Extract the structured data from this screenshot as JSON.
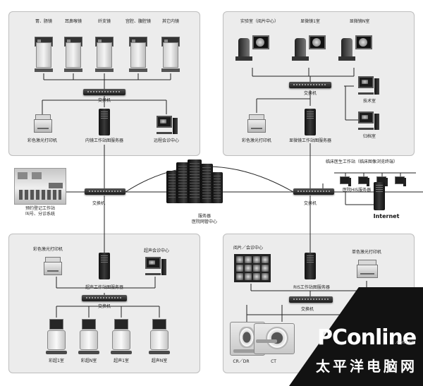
{
  "endoscopy": {
    "devices": [
      "胃、肠镜",
      "耳鼻喉镜",
      "纤支镜",
      "宫腔、腹腔镜",
      "其它内镜"
    ],
    "switch": "交换机",
    "printer": "彩色激光打印机",
    "server": "内镜工作站图服务器",
    "consult": "远程会诊中心"
  },
  "pathology": {
    "labs": [
      "实验室（阅片中心）",
      "显微镜1室",
      "显微镜N室"
    ],
    "switch": "交换机",
    "tech_room": "技术室",
    "archive": "归档室",
    "printer": "彩色激光打印机",
    "server": "显微镜工作站图服务器"
  },
  "core": {
    "registration": "预约登记工作站\n叫号、分诊系统",
    "switch_left": "交换机",
    "switch_right": "交换机",
    "datacenter": "服务器\n医院网管中心"
  },
  "clinical": {
    "workstation": "临床医生工作站（临床图像浏览终端）",
    "his": "医院HIS服务器",
    "internet": "Internet"
  },
  "ultrasound": {
    "printer": "彩色激光打印机",
    "server": "超声工作站图服务器",
    "consult": "超声会诊中心",
    "switch": "交换机",
    "rooms": [
      "彩超1室",
      "彩超N室",
      "超声1室",
      "超声N室"
    ]
  },
  "radiology": {
    "consult": "阅片／会诊中心",
    "printer": "单色激光打印机",
    "server": "RIS工作站图服务器",
    "switch": "交换机",
    "modalities": [
      "CR／DR",
      "CT"
    ]
  },
  "watermark": {
    "brand": "PConline",
    "domain": ".com.cn",
    "cn": "太平洋电脑网"
  }
}
